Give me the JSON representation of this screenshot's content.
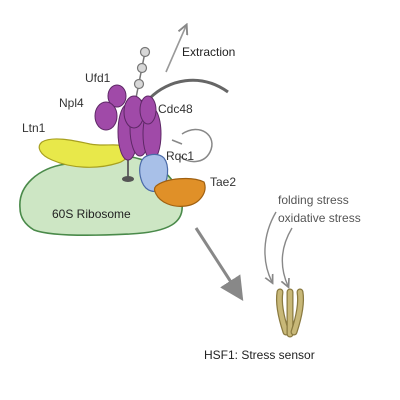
{
  "labels": {
    "extraction": "Extraction",
    "ufd1": "Ufd1",
    "npl4": "Npl4",
    "cdc48": "Cdc48",
    "ltn1": "Ltn1",
    "rqc1": "Rqc1",
    "tae2": "Tae2",
    "ribosome": "60S Ribosome",
    "folding_stress": "folding stress",
    "oxidative_stress": "oxidative stress",
    "hsf1": "HSF1: Stress sensor"
  },
  "colors": {
    "ribosome_fill": "#cde6c4",
    "ribosome_stroke": "#4a8a4a",
    "ltn1_fill": "#e8e84a",
    "cdc48_fill": "#a04aa8",
    "rqc1_fill": "#a8c0e8",
    "tae2_fill": "#e09028",
    "hsf1_fill": "#c8b878",
    "arrow_gray": "#888888"
  }
}
